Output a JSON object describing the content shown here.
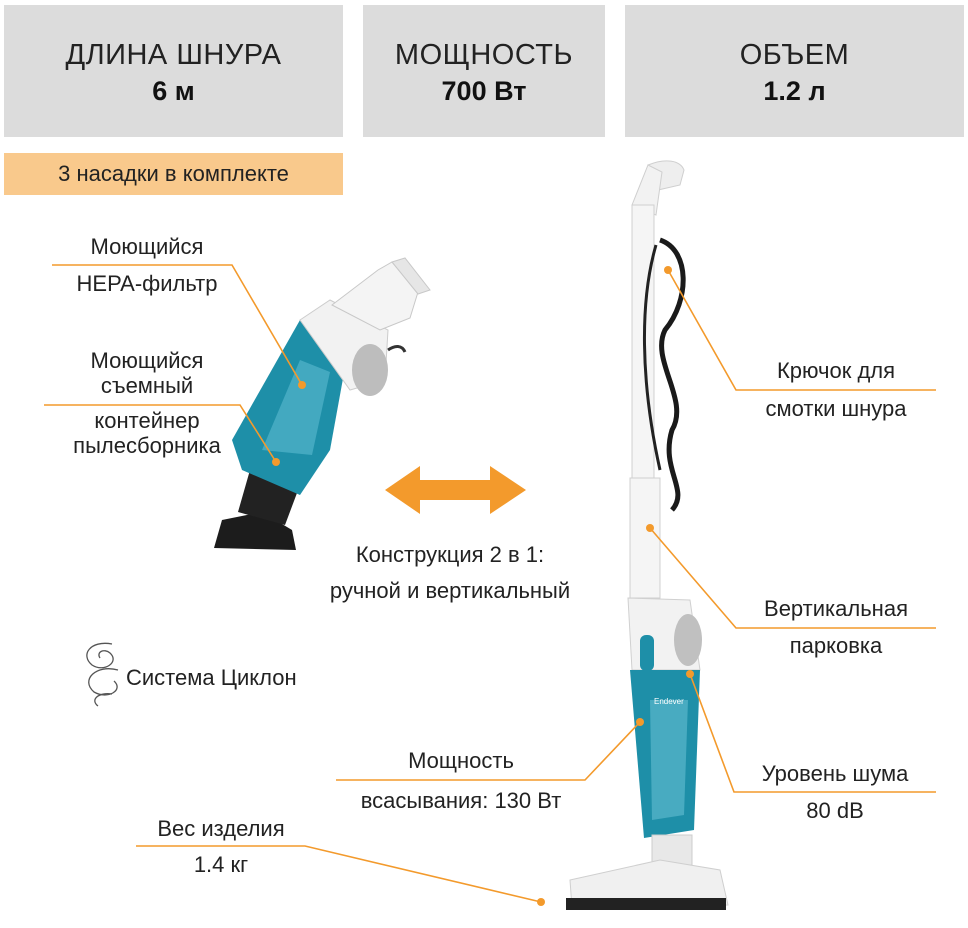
{
  "specs": [
    {
      "label": "ДЛИНА ШНУРА",
      "value": "6 м"
    },
    {
      "label": "МОЩНОСТЬ",
      "value": "700 Вт"
    },
    {
      "label": "ОБЪЕМ",
      "value": "1.2 л"
    }
  ],
  "badge": "3 насадки в комплекте",
  "callouts": {
    "hepa_1": "Моющийся",
    "hepa_2": "HEPA-фильтр",
    "container_1": "Моющийся",
    "container_2": "съемный",
    "container_3": "контейнер",
    "container_4": "пылесборника",
    "design_1": "Конструкция 2 в 1:",
    "design_2": "ручной и вертикальный",
    "cyclone": "Система Циклон",
    "hook_1": "Крючок для",
    "hook_2": "смотки шнура",
    "parking_1": "Вертикальная",
    "parking_2": "парковка",
    "noise_1": "Уровень шума",
    "noise_2": "80 dB",
    "suction_1": "Мощность",
    "suction_2": "всасывания: 130 Вт",
    "weight_1": "Вес изделия",
    "weight_2": "1.4 кг"
  },
  "brand": "Endever",
  "colors": {
    "accent": "#f39a2c",
    "spec_bg": "#dcdcdc",
    "badge_bg": "#f9c98c",
    "body_teal": "#1e8fa8"
  }
}
